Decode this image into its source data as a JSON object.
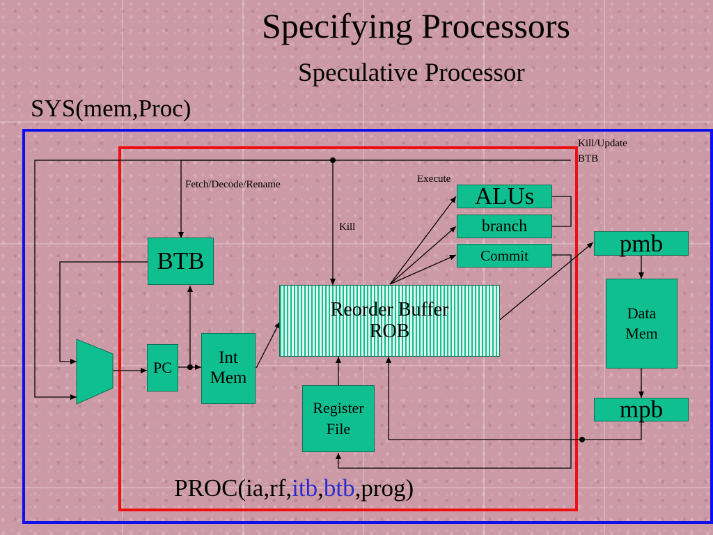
{
  "slide": {
    "title": "Specifying Processors",
    "subtitle": "Speculative Processor",
    "sys_label": "SYS(mem,Proc)",
    "proc_label": {
      "part1": "PROC(ia,rf,",
      "itb": "itb",
      "comma": ",",
      "btb": "btb",
      "part2": ",prog)"
    },
    "colors": {
      "background": "#cc9aa6",
      "box_fill": "#0fbf8f",
      "sys_border": "#1010ee",
      "proc_border": "#ee1010",
      "highlight_text": "#2a2ad0"
    }
  },
  "blocks": {
    "btb": "BTB",
    "pc": "PC",
    "int_mem": {
      "line1": "Int",
      "line2": "Mem"
    },
    "rob": {
      "line1": "Reorder Buffer",
      "line2": "ROB"
    },
    "register_file": {
      "line1": "Register",
      "line2": "File"
    },
    "alus": "ALUs",
    "branch": "branch",
    "commit": "Commit",
    "pmb": "pmb",
    "data_mem": {
      "line1": "Data",
      "line2": "Mem"
    },
    "mpb": "mpb"
  },
  "labels": {
    "fetch": "Fetch/Decode/Rename",
    "execute": "Execute",
    "kill": "Kill",
    "kill_update": {
      "line1": "Kill/Update",
      "line2": "BTB"
    }
  }
}
